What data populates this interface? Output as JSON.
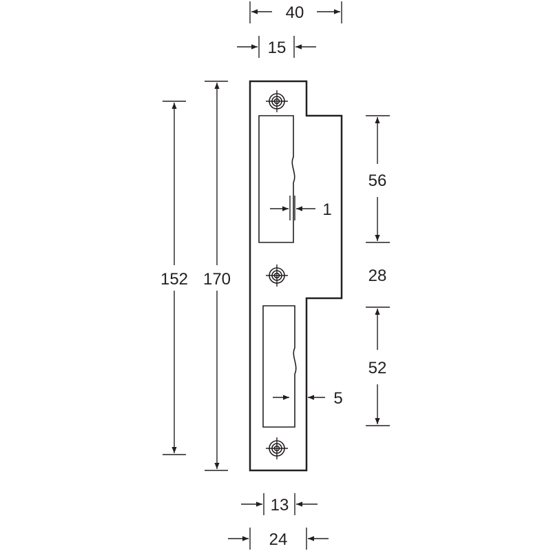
{
  "dimensions": {
    "top_width": "40",
    "top_inner_width": "15",
    "overall_height_inner": "152",
    "overall_height": "170",
    "upper_cutout_height": "56",
    "middle_gap": "28",
    "lower_cutout_height": "52",
    "upper_lip_offset": "1",
    "lower_lip_offset": "5",
    "bottom_inner_width": "13",
    "bottom_width": "24"
  },
  "colors": {
    "ink": "#231f20",
    "background": "#ffffff"
  }
}
